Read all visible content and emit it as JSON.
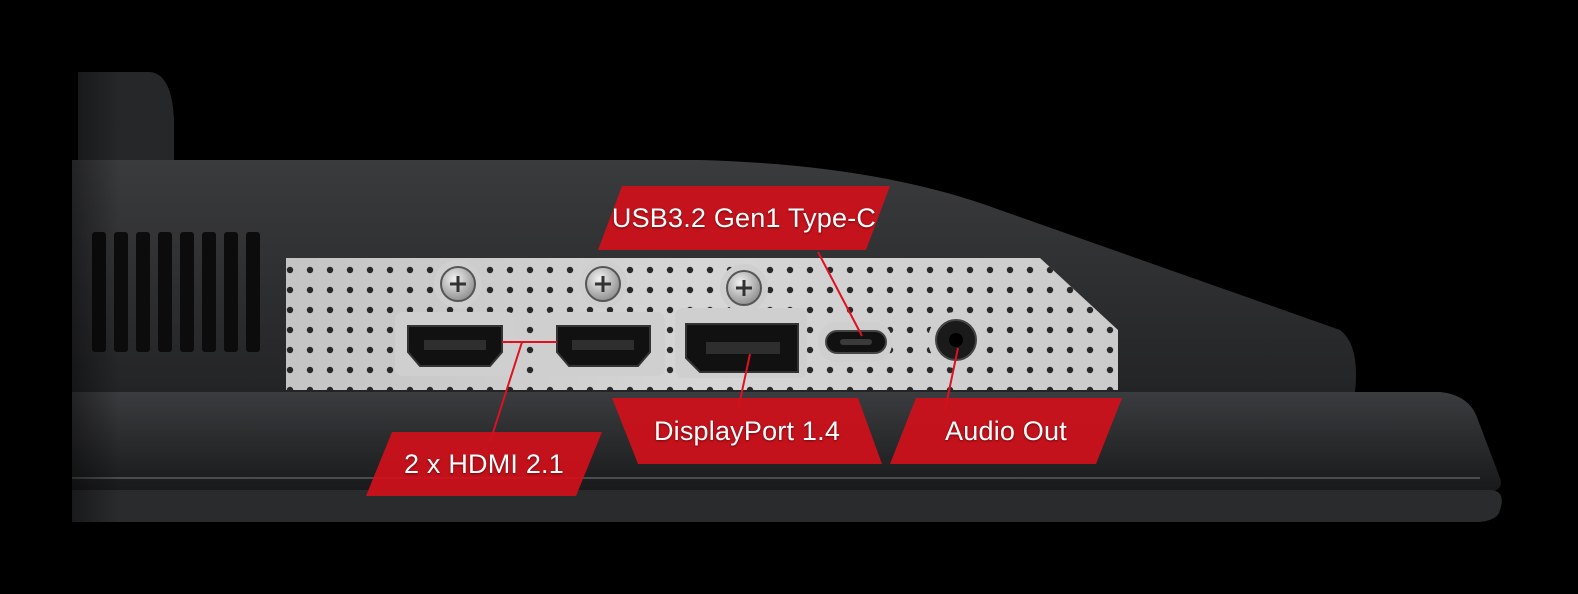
{
  "labels": {
    "usb": "USB3.2 Gen1 Type-C",
    "hdmi": "2 x HDMI 2.1",
    "displayport": "DisplayPort 1.4",
    "audio": "Audio Out"
  },
  "colors": {
    "background": "#000000",
    "bezel": "#2b2c2e",
    "port_panel": "#cfcfcf",
    "label_red": "#d0101a",
    "callout_line": "#e01020"
  }
}
